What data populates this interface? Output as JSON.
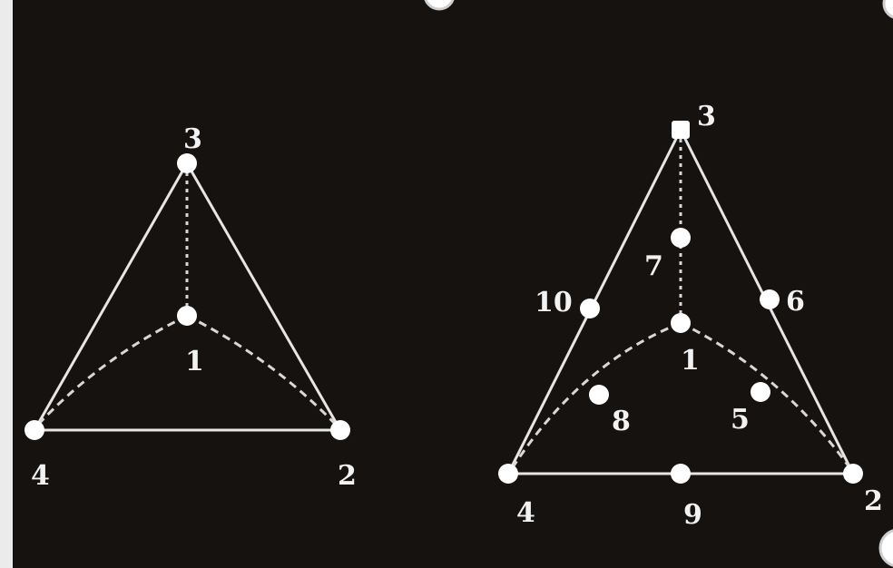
{
  "linear_element": {
    "nodes": [
      {
        "id": "node-1",
        "label": "1"
      },
      {
        "id": "node-2",
        "label": "2"
      },
      {
        "id": "node-3",
        "label": "3"
      },
      {
        "id": "node-4",
        "label": "4"
      }
    ]
  },
  "quadratic_element": {
    "nodes": [
      {
        "id": "node-1",
        "label": "1"
      },
      {
        "id": "node-2",
        "label": "2"
      },
      {
        "id": "node-3",
        "label": "3"
      },
      {
        "id": "node-4",
        "label": "4"
      },
      {
        "id": "node-5",
        "label": "5"
      },
      {
        "id": "node-6",
        "label": "6"
      },
      {
        "id": "node-7",
        "label": "7"
      },
      {
        "id": "node-8",
        "label": "8"
      },
      {
        "id": "node-9",
        "label": "9"
      },
      {
        "id": "node-10",
        "label": "10"
      }
    ]
  },
  "colors": {
    "background": "#151210",
    "lines": "#e6e6e6",
    "nodes": "#ffffff"
  }
}
